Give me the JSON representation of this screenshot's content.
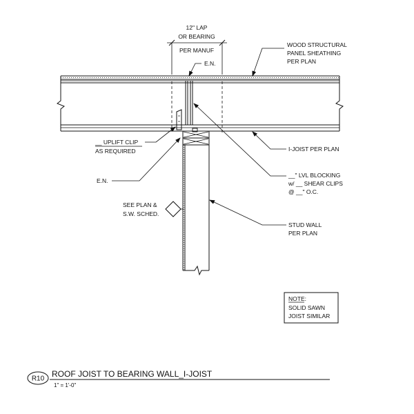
{
  "labels": {
    "lap_line1": "12\" LAP",
    "lap_line2": "OR BEARING",
    "lap_line3": "PER MANUF",
    "en_top": "E.N.",
    "sheathing_line1": "WOOD STRUCTURAL",
    "sheathing_line2": "PANEL SHEATHING",
    "sheathing_line3": "PER PLAN",
    "uplift_line1": "__ UPLIFT CLIP",
    "uplift_line2": "AS REQUIRED",
    "ijoist": "I-JOIST PER PLAN",
    "en_left": "E.N.",
    "lvl_line1": "__\" LVL BLOCKING",
    "lvl_line2": "w/ __ SHEAR CLIPS",
    "lvl_line3": "@ __\" O.C.",
    "see_plan_line1": "SEE PLAN &",
    "see_plan_line2": "S.W. SCHED.",
    "stud_line1": "STUD WALL",
    "stud_line2": "PER PLAN"
  },
  "note": {
    "heading": "NOTE:",
    "line1": "SOLID SAWN",
    "line2": "JOIST SIMILAR"
  },
  "title": {
    "detail_id": "R10",
    "name": "ROOF JOIST TO BEARING WALL_I-JOIST",
    "scale": "1\" = 1'-0\""
  }
}
